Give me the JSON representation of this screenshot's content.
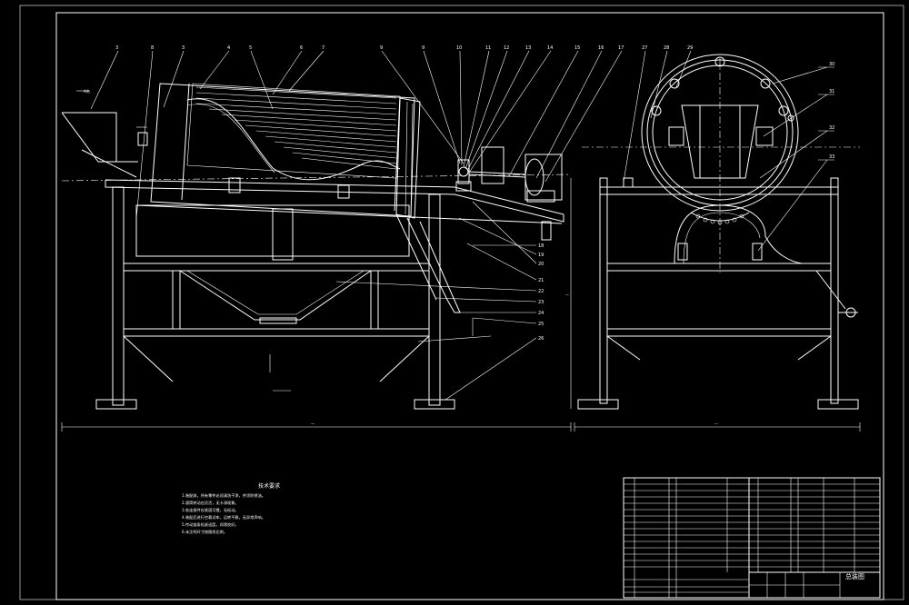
{
  "drawing": {
    "title_block_name": "总装图",
    "notes_heading": "技术要求",
    "notes": [
      "1.装配前，所有零件必须清洗干净，并涂防锈油。",
      "2.滚筒转动应灵活，无卡滞现象。",
      "3.各连接件应紧固可靠，无松动。",
      "4.装配后进行空载试车，运转平稳，无异常声响。",
      "5.传动链条松紧适度，润滑良好。",
      "6.未注明尺寸按图纸比例。"
    ],
    "callouts_top": [
      "3",
      "8",
      "3",
      "4",
      "5",
      "6",
      "7",
      "9",
      "9",
      "10",
      "11",
      "12",
      "13",
      "14",
      "15",
      "16",
      "17",
      "27",
      "28",
      "29"
    ],
    "callouts_right_main": [
      "18",
      "19",
      "20",
      "21",
      "22",
      "23",
      "24",
      "25",
      "26"
    ],
    "callouts_right_side": [
      "30",
      "31",
      "32",
      "33"
    ],
    "dims": {
      "main_width": "—",
      "side_width": "—",
      "main_height": "—"
    },
    "colors": {
      "background": "#000000",
      "line": "#ffffff"
    }
  }
}
